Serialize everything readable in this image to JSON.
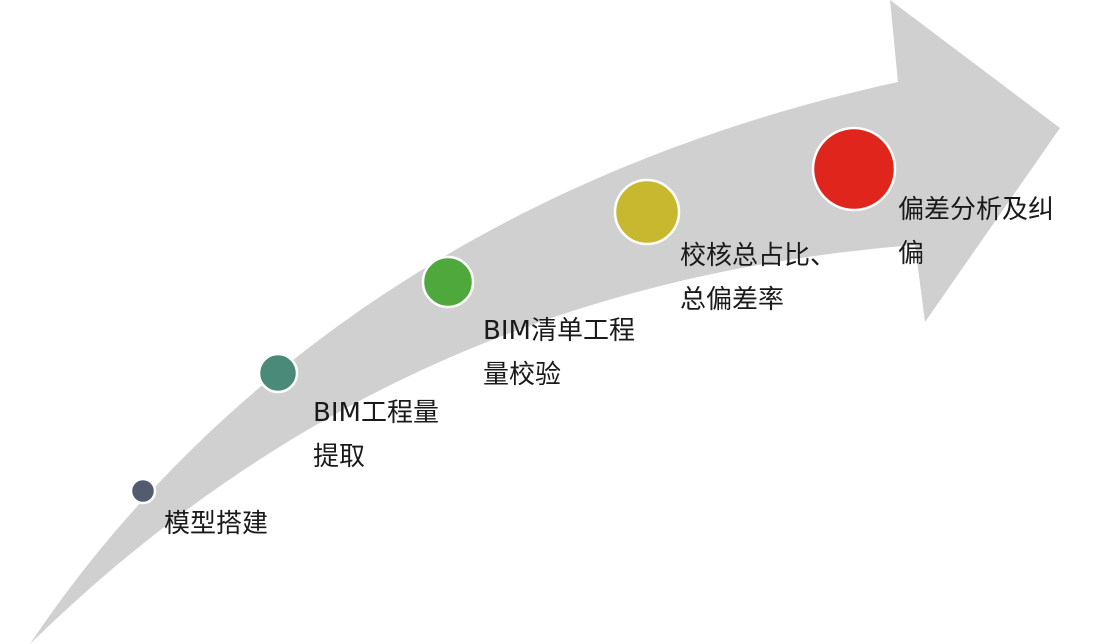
{
  "colors": {
    "arrow": "#d0d0d1",
    "circle_stroke": "#ffffff"
  },
  "steps": [
    {
      "label_line1": "模型搭建",
      "label_line2": "",
      "color": "#525c6e"
    },
    {
      "label_line1": "BIM工程量",
      "label_line2": "提取",
      "color": "#4a8a78"
    },
    {
      "label_line1": "BIM清单工程",
      "label_line2": "量校验",
      "color": "#4fa83c"
    },
    {
      "label_line1": "校核总占比、",
      "label_line2": "总偏差率",
      "color": "#c8b830"
    },
    {
      "label_line1": "偏差分析及纠",
      "label_line2": "偏",
      "color": "#e0251c"
    }
  ]
}
